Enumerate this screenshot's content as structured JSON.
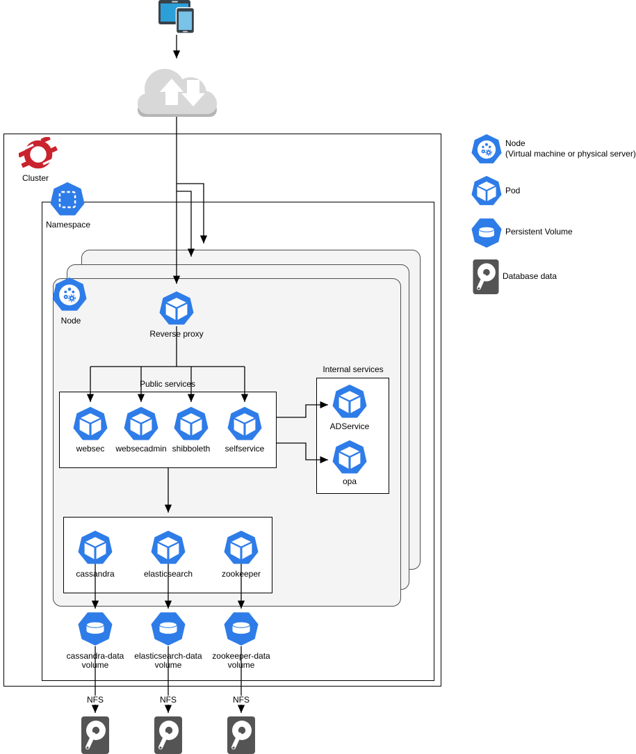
{
  "colors": {
    "k8s_blue": "#2E7CE8",
    "cluster_red": "#C9242E",
    "node_box_fill": "#F4F4F4",
    "node_box_border": "#4D4D4D",
    "hdd_gray": "#545454",
    "cloud_gray": "#D8D8D8"
  },
  "cluster": {
    "label": "Cluster"
  },
  "namespace": {
    "label": "Namespace"
  },
  "node": {
    "label": "Node"
  },
  "reverse_proxy": {
    "label": "Reverse proxy"
  },
  "public_services": {
    "title": "Public services",
    "pods": [
      "websec",
      "websecadmin",
      "shibboleth",
      "selfservice"
    ]
  },
  "internal_services": {
    "title": "Internal services",
    "pods": [
      "ADService",
      "opa"
    ]
  },
  "data_services": {
    "pods": [
      "cassandra",
      "elasticsearch",
      "zookeeper"
    ]
  },
  "volumes": [
    {
      "line1": "cassandra-data",
      "line2": "volume"
    },
    {
      "line1": "elasticsearch-data",
      "line2": "volume"
    },
    {
      "line1": "zookeeper-data",
      "line2": "volume"
    }
  ],
  "nfs": [
    "NFS",
    "NFS",
    "NFS"
  ],
  "legend": [
    {
      "label": "Node",
      "sublabel": "(Virtual machine or physical server)"
    },
    {
      "label": "Pod"
    },
    {
      "label": "Persistent Volume"
    },
    {
      "label": "Database data"
    }
  ]
}
